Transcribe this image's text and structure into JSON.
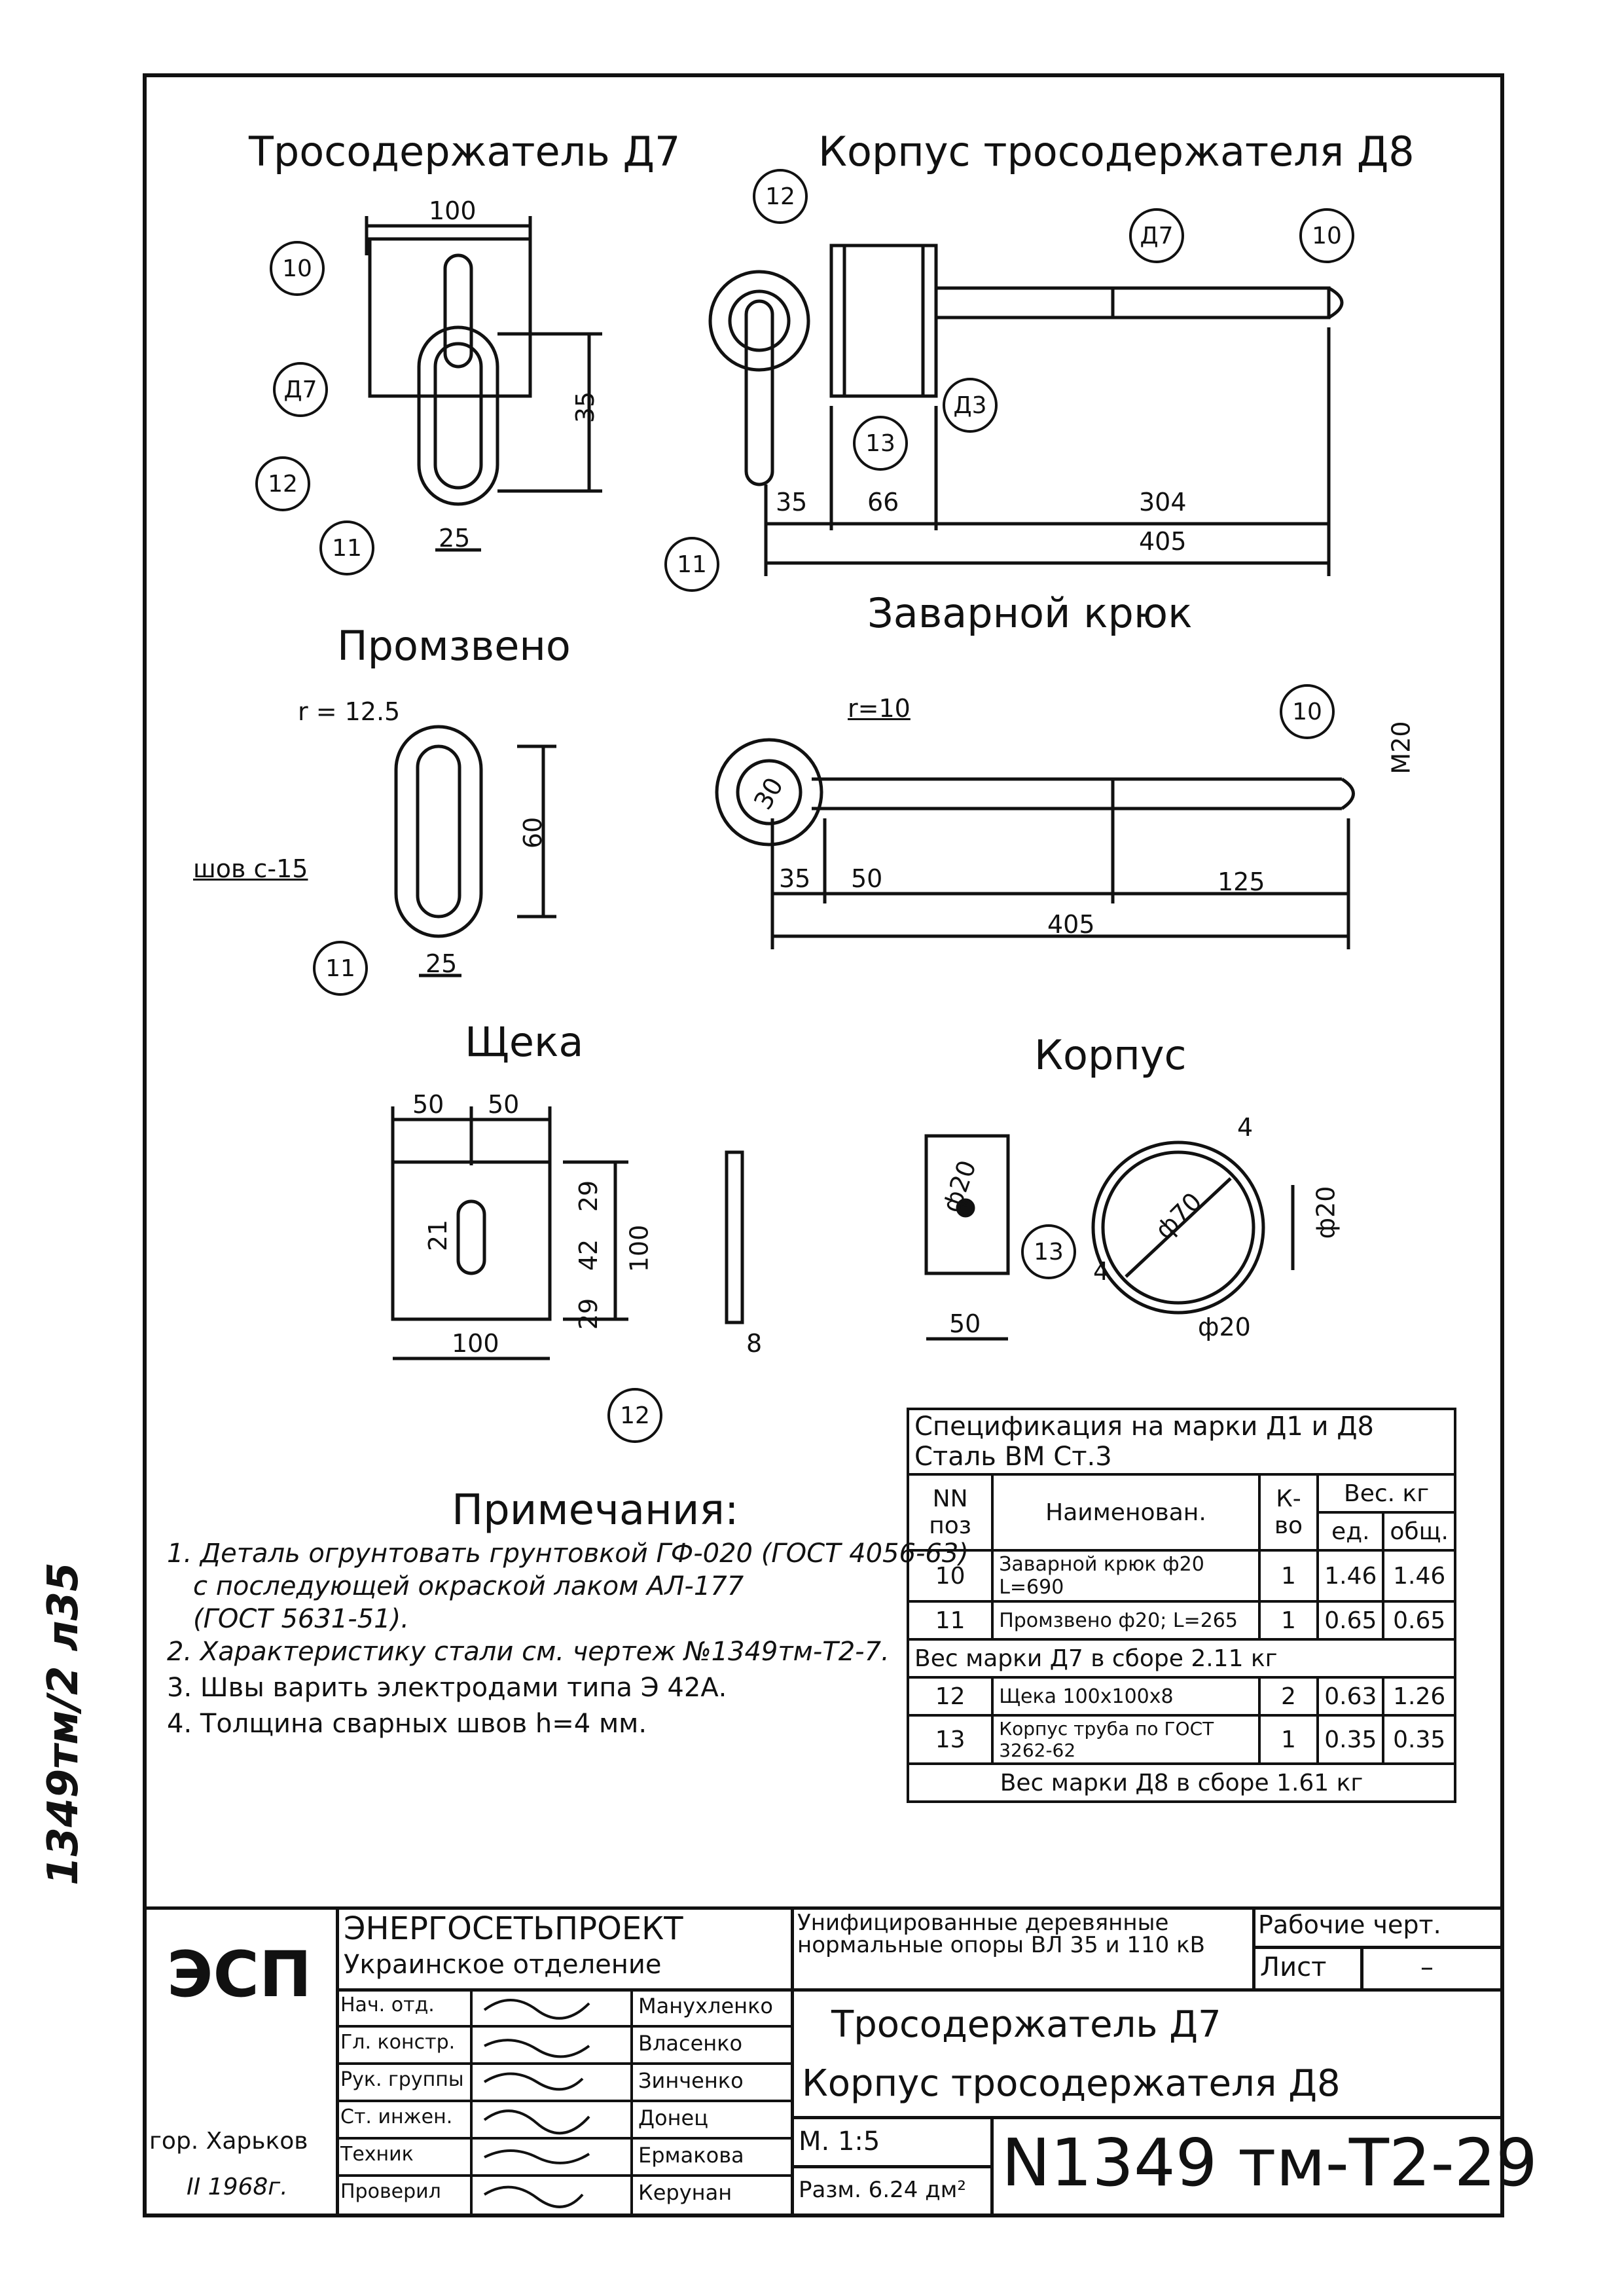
{
  "drawings": {
    "trosoderzhatel_title": "Тросодержатель Д7",
    "korpus_title": "Корпус тросодержателя Д8",
    "promzveno_title": "Промзвено",
    "zavarnoy_title": "Заварной крюк",
    "scheka_title": "Щека",
    "korpus_part_title": "Корпус",
    "dims": {
      "d7_width": "100",
      "d7_height": "35",
      "d7_bottom": "25",
      "d8_35": "35",
      "d8_66": "66",
      "d8_304": "304",
      "d8_405": "405",
      "pz_r": "r = 12.5",
      "pz_60": "60",
      "pz_25": "25",
      "pz_weld": "шов с-15",
      "zk_r": "r=10",
      "zk_30": "30",
      "zk_m20": "M20",
      "zk_35": "35",
      "zk_50": "50",
      "zk_125": "125",
      "zk_405": "405",
      "sh_50a": "50",
      "sh_50b": "50",
      "sh_21": "21",
      "sh_29a": "29",
      "sh_42": "42",
      "sh_29b": "29",
      "sh_100v": "100",
      "sh_100h": "100",
      "sh_8": "8",
      "k_phi20": "ф20",
      "k_50": "50",
      "k_phi70": "ф70",
      "k_4a": "4",
      "k_4b": "4",
      "k_phi20r": "ф20",
      "k_phi20b": "ф20"
    },
    "bubbles": {
      "b10": "10",
      "bD7": "Д7",
      "b12": "12",
      "b11": "11",
      "bD3": "Д3",
      "b13": "13"
    }
  },
  "notes": {
    "title": "Примечания:",
    "items": [
      "1. Деталь огрунтовать грунтовкой ГФ-020 (ГОСТ 4056-63)",
      "с последующей окраской лаком АЛ-177",
      "(ГОСТ 5631-51).",
      "2. Характеристику стали см. чертеж №1349тм-Т2-7.",
      "3. Швы варить электродами типа Э 42А.",
      "4. Толщина сварных швов h=4 мм."
    ]
  },
  "spec": {
    "title_line1": "Спецификация на марки Д1 и Д8",
    "title_line2": "Сталь ВМ Ст.3",
    "headers": {
      "pos": "NN поз",
      "name": "Наименован.",
      "qty": "К-во",
      "weight": "Вес. кг",
      "unit": "ед.",
      "total": "общ."
    },
    "rows_d7": [
      {
        "pos": "10",
        "name": "Заварной крюк ф20 L=690",
        "qty": "1",
        "unit": "1.46",
        "total": "1.46"
      },
      {
        "pos": "11",
        "name": "Промзвено ф20; L=265",
        "qty": "1",
        "unit": "0.65",
        "total": "0.65"
      }
    ],
    "total_d7": "Вес марки Д7 в сборе 2.11 кг",
    "rows_d8": [
      {
        "pos": "12",
        "name": "Щека 100х100х8",
        "qty": "2",
        "unit": "0.63",
        "total": "1.26"
      },
      {
        "pos": "13",
        "name": "Корпус труба по ГОСТ 3262-62",
        "qty": "1",
        "unit": "0.35",
        "total": "0.35"
      }
    ],
    "total_d8": "Вес марки Д8 в сборе 1.61 кг"
  },
  "title_block": {
    "logo": "ЭСП",
    "org_line1": "ЭНЕРГОСЕТЬПРОЕКТ",
    "org_line2": "Украинское отделение",
    "project": "Унифицированные деревянные нормальные опоры ВЛ 35 и 110 кВ",
    "stage": "Рабочие черт.",
    "sheet_label": "Лист",
    "sheet_value": "–",
    "roles": [
      {
        "role": "Нач. отд.",
        "name": "Манухленко"
      },
      {
        "role": "Гл. констр.",
        "name": "Власенко"
      },
      {
        "role": "Рук. группы",
        "name": "Зинченко"
      },
      {
        "role": "Ст. инжен.",
        "name": "Донец"
      },
      {
        "role": "Техник",
        "name": "Ермакова"
      },
      {
        "role": "Проверил",
        "name": "Керунан"
      }
    ],
    "city": "гор. Харьков",
    "date": "II 1968г.",
    "drawing_title_1": "Тросодержатель Д7",
    "drawing_title_2": "Корпус тросодержателя Д8",
    "scale": "М. 1:5",
    "size": "Разм. 6.24 дм²",
    "number": "N1349 тм-Т2-29"
  },
  "side_stamp": "1349тм/2 л35"
}
